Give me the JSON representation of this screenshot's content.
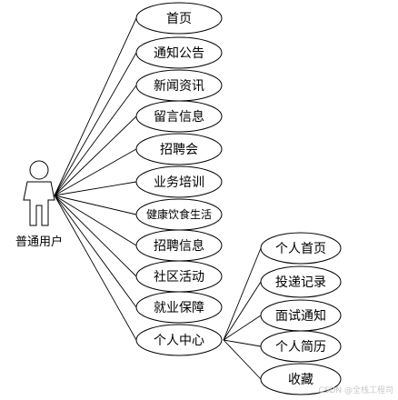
{
  "actor": {
    "label": "普通用户"
  },
  "use_cases": [
    "首页",
    "通知公告",
    "新闻资讯",
    "留言信息",
    "招聘会",
    "业务培训",
    "健康饮食生活",
    "招聘信息",
    "社区活动",
    "就业保障",
    "个人中心"
  ],
  "personal_center": {
    "label": "个人中心",
    "sub_items": [
      "个人首页",
      "投递记录",
      "面试通知",
      "个人简历",
      "收藏"
    ]
  },
  "watermark": "CSDN @全栈工程司",
  "colors": {
    "stroke": "#000000",
    "fill": "#ffffff",
    "watermark": "#c8c8c8"
  }
}
